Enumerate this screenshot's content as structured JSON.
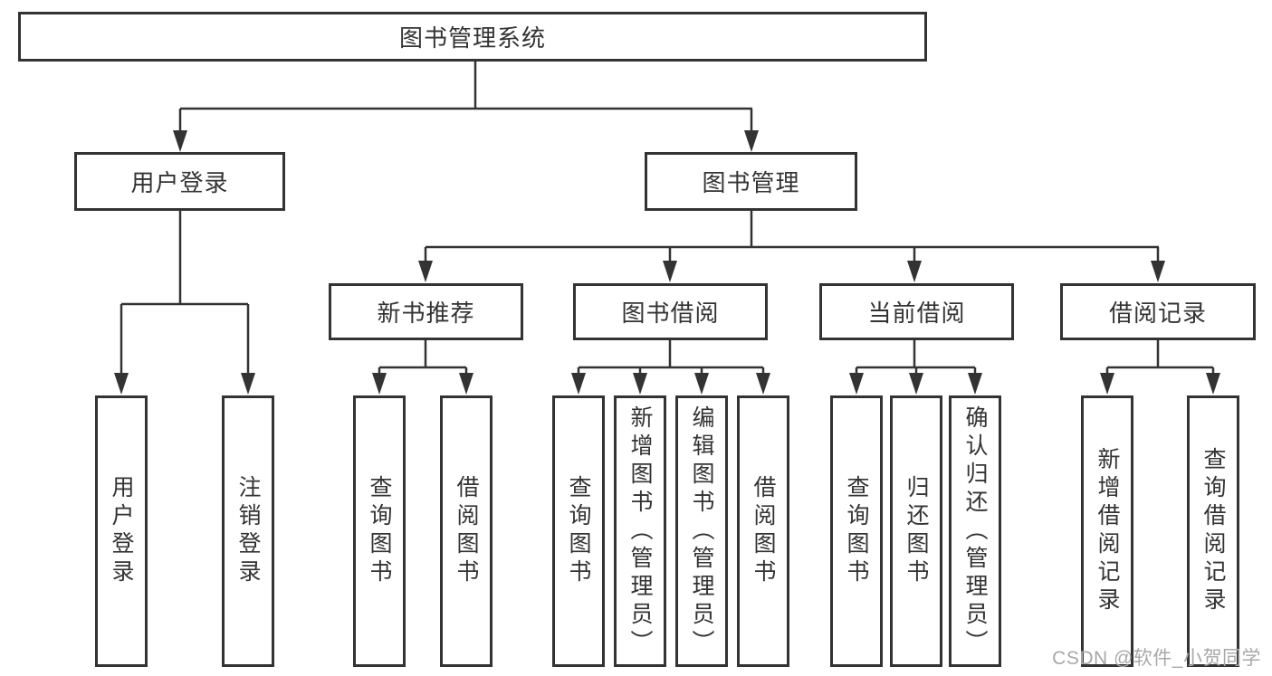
{
  "nodes": {
    "root": "图书管理系统",
    "level2": [
      "用户登录",
      "图书管理"
    ],
    "level3": [
      "新书推荐",
      "图书借阅",
      "当前借阅",
      "借阅记录"
    ],
    "level4": [
      "用户登录",
      "注销登录",
      "查询图书",
      "借阅图书",
      "查询图书",
      "新增图书（管理员）",
      "编辑图书（管理员）",
      "借阅图书",
      "查询图书",
      "归还图书",
      "确认归还（管理员）",
      "新增借阅记录",
      "查询借阅记录"
    ]
  },
  "watermark": "CSDN @软件_小贺同学",
  "colors": {
    "line": "#333333",
    "text": "#333333",
    "watermark": "#a8a8a8",
    "background": "#ffffff"
  }
}
